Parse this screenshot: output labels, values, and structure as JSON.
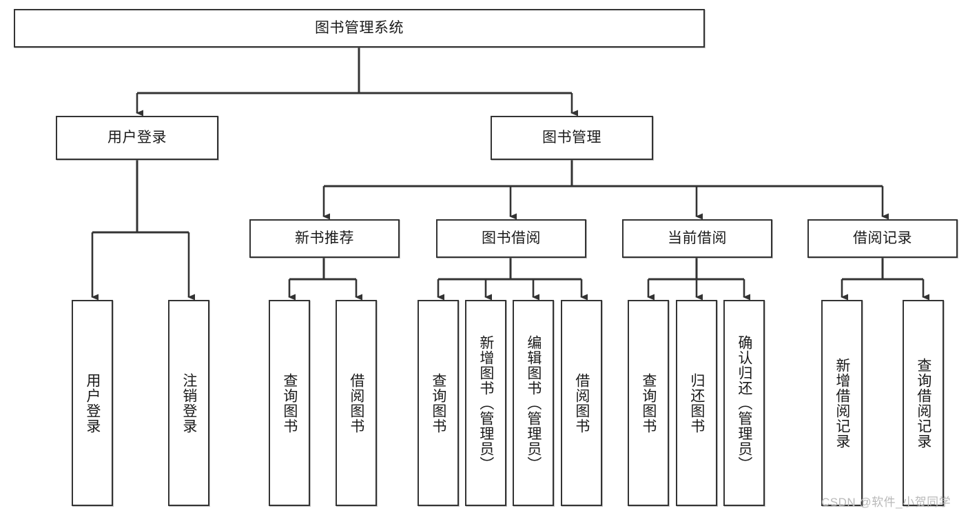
{
  "diagram": {
    "type": "tree",
    "title": "图书管理系统",
    "orientation": "top-down",
    "line_color": "#333333",
    "box_border_color": "#333333",
    "box_fill_color": "#ffffff",
    "text_color": "#1a1a1a",
    "levels": 4
  },
  "root": {
    "label": "图书管理系统"
  },
  "level2": {
    "nodes": [
      {
        "label": "用户登录"
      },
      {
        "label": "图书管理"
      }
    ]
  },
  "level3": {
    "nodes": [
      {
        "label": "新书推荐"
      },
      {
        "label": "图书借阅"
      },
      {
        "label": "当前借阅"
      },
      {
        "label": "借阅记录"
      }
    ]
  },
  "leaves": {
    "user_login": [
      {
        "label": "用户登录"
      },
      {
        "label": "注销登录"
      }
    ],
    "new_book_recommend": [
      {
        "label": "查询图书"
      },
      {
        "label": "借阅图书"
      }
    ],
    "book_borrow": [
      {
        "label": "查询图书"
      },
      {
        "label": "新增图书（管理员）"
      },
      {
        "label": "编辑图书（管理员）"
      },
      {
        "label": "借阅图书"
      }
    ],
    "current_borrow": [
      {
        "label": "查询图书"
      },
      {
        "label": "归还图书"
      },
      {
        "label": "确认归还（管理员）"
      }
    ],
    "borrow_record": [
      {
        "label": "新增借阅记录"
      },
      {
        "label": "查询借阅记录"
      }
    ]
  },
  "watermark": {
    "text": "CSDN @软件_小贺同学"
  }
}
